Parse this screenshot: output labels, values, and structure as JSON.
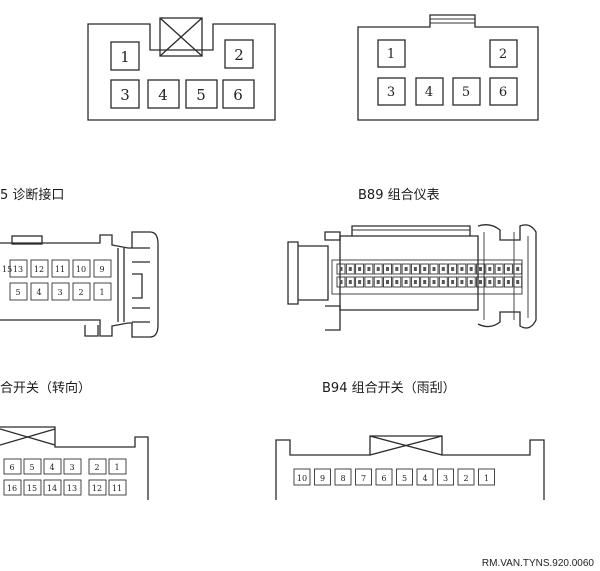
{
  "labels": {
    "diag": "5  诊断接口",
    "b89": "B89  组合仪表",
    "turn": "合开关（转向）",
    "b94": "B94  组合开关（雨刮）",
    "ref": "RM.VAN.TYNS.920.0060"
  },
  "connectors": {
    "top_left": [
      "1",
      "2",
      "3",
      "4",
      "5",
      "6"
    ],
    "top_right": [
      "1",
      "2",
      "3",
      "4",
      "5",
      "6"
    ],
    "diag_row1": [
      "15",
      "13",
      "12",
      "11",
      "10",
      "9"
    ],
    "diag_row2": [
      "5",
      "4",
      "3",
      "2",
      "1"
    ],
    "turn_row1": [
      "6",
      "5",
      "4",
      "3",
      "2",
      "1"
    ],
    "turn_row2": [
      "16",
      "15",
      "14",
      "13",
      "12",
      "11"
    ],
    "b94_pins": [
      "10",
      "9",
      "8",
      "7",
      "6",
      "5",
      "4",
      "3",
      "2",
      "1"
    ]
  }
}
